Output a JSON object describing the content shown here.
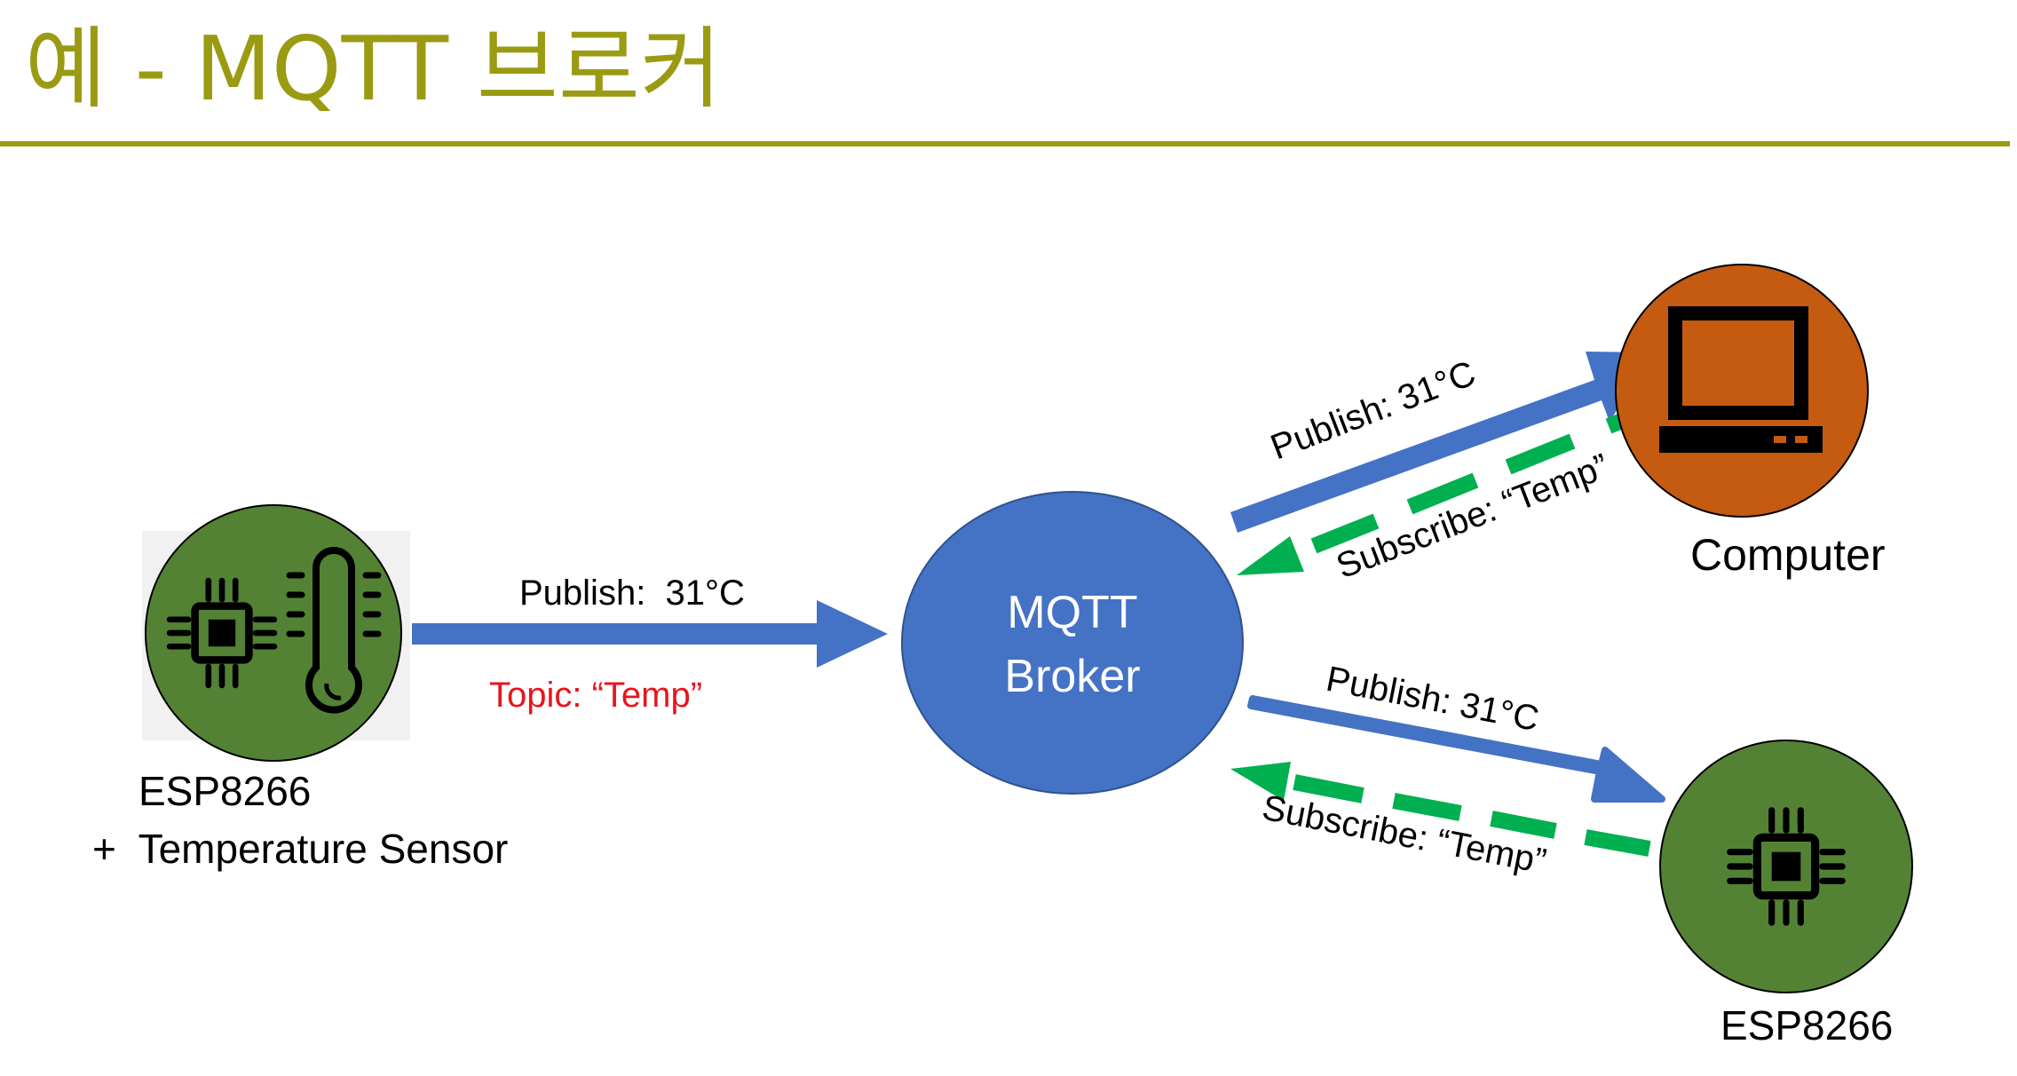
{
  "slide": {
    "title": "예 - MQTT 브로커"
  },
  "colors": {
    "title": "#9a9b12",
    "publish_arrow": "#4472c4",
    "subscribe_arrow": "#00b050",
    "topic_label": "#e8141c",
    "broker": "#4472c4",
    "device_node": "#548235",
    "computer_node": "#c55a11"
  },
  "nodes": {
    "sensor": {
      "label_line1": "ESP8266",
      "label_line2": "+  Temperature Sensor",
      "icons": [
        "chip-icon",
        "thermometer-icon"
      ]
    },
    "broker": {
      "label_line1": "MQTT",
      "label_line2": "Broker"
    },
    "computer": {
      "label": "Computer",
      "icon": "computer-icon"
    },
    "esp": {
      "label": "ESP8266",
      "icon": "chip-icon"
    }
  },
  "edges": {
    "sensor_to_broker": {
      "publish_label": "Publish:  31°C",
      "topic_label": "Topic: “Temp”"
    },
    "broker_computer": {
      "publish_label": "Publish: 31°C",
      "subscribe_label": "Subscribe: “Temp”"
    },
    "broker_esp": {
      "publish_label": "Publish: 31°C",
      "subscribe_label": "Subscribe: “Temp”"
    }
  }
}
